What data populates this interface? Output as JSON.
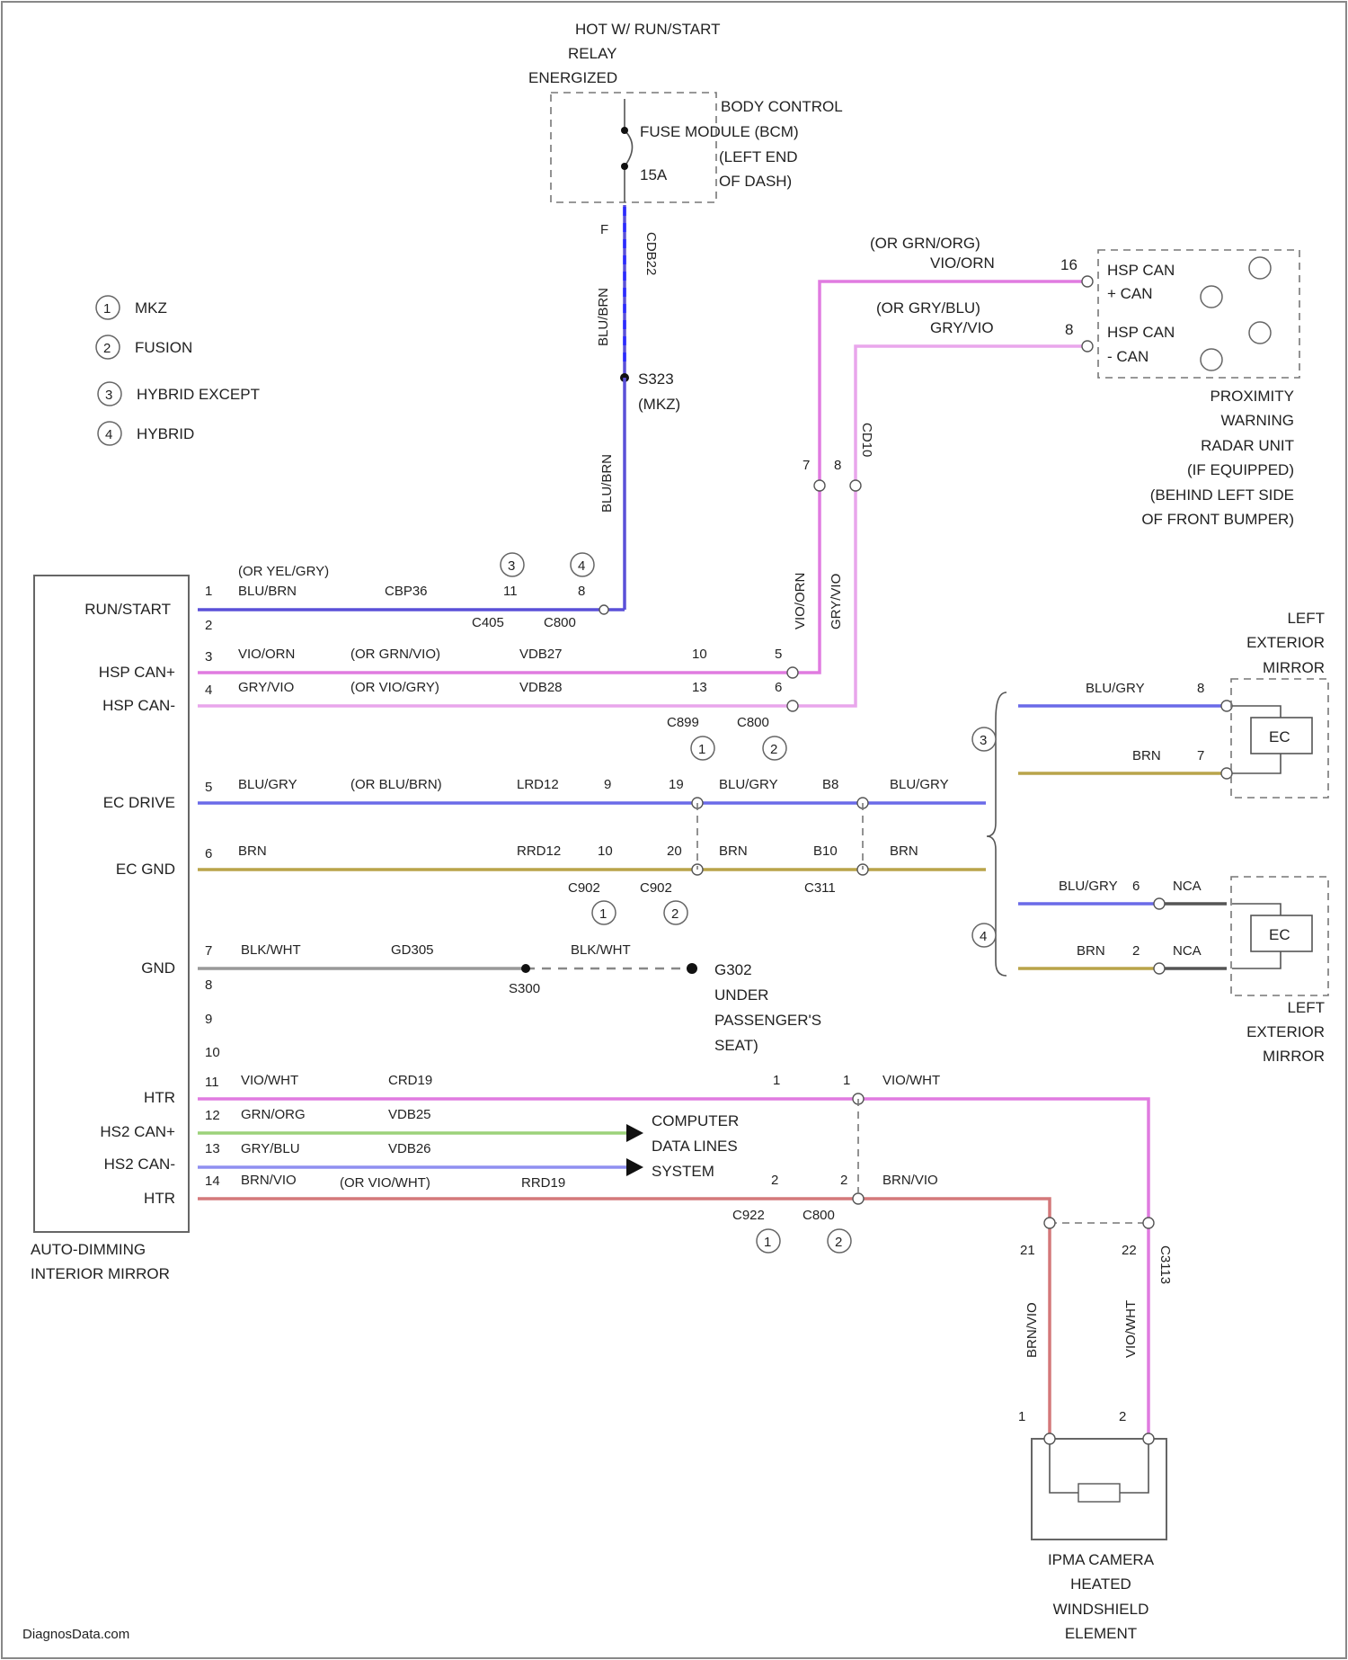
{
  "colors": {
    "blu_brn": "#5a50d8",
    "vio_orn": "#e07be0",
    "gry_vio": "#e9a6ec",
    "blu_gry": "#6a6ae8",
    "brn": "#b9a44a",
    "gnd": "#999999",
    "grn_org": "#9cd27a",
    "gry_blu": "#8f8ff0",
    "brn_vio": "#d4787a",
    "blu_dash": "#2a2aff"
  },
  "relay": {
    "line1": "HOT W/ RUN/START",
    "line2": "RELAY",
    "line3": "ENERGIZED"
  },
  "bcm": {
    "l1": "BODY CONTROL",
    "l2": "FUSE MODULE (BCM)",
    "l3": "(LEFT END",
    "l4": "OF DASH)",
    "fuse": "15A",
    "pin": "F",
    "wire": "CDB22"
  },
  "legend": [
    {
      "sym": "1",
      "label": "MKZ"
    },
    {
      "sym": "2",
      "label": "FUSION"
    },
    {
      "sym": "3",
      "label": "HYBRID EXCEPT"
    },
    {
      "sym": "4",
      "label": "HYBRID"
    }
  ],
  "splice": {
    "name": "S323",
    "note": "(MKZ)"
  },
  "wire_top_label": "BLU/BRN",
  "wire_mid_label": "BLU/BRN",
  "radar": {
    "pin16": "16",
    "pin8": "8",
    "w1a": "(OR GRN/ORG)",
    "w1b": "VIO/ORN",
    "w2a": "(OR GRY/BLU)",
    "w2b": "GRY/VIO",
    "t1a": "HSP CAN",
    "t1b": "+ CAN",
    "t2a": "HSP CAN",
    "t2b": "- CAN",
    "d1": "PROXIMITY",
    "d2": "WARNING",
    "d3": "RADAR UNIT",
    "d4": "(IF EQUIPPED)",
    "d5": "(BEHIND LEFT SIDE",
    "d6": "OF FRONT BUMPER)",
    "vw1": "VIO/ORN",
    "vw2": "GRY/VIO",
    "vw3": "CD10",
    "c1": "7",
    "c2": "8"
  },
  "mirror_module": {
    "title1": "AUTO-DIMMING",
    "title2": "INTERIOR MIRROR",
    "labels": [
      "RUN/START",
      "HSP CAN+",
      "HSP CAN-",
      "EC DRIVE",
      "EC GND",
      "GND",
      "HTR",
      "HS2 CAN+",
      "HS2 CAN-",
      "HTR"
    ],
    "pins": [
      "1",
      "2",
      "3",
      "4",
      "5",
      "6",
      "7",
      "8",
      "9",
      "10",
      "11",
      "12",
      "13",
      "14"
    ]
  },
  "rows": {
    "r1": {
      "alt": "(OR YEL/GRY)",
      "color": "BLU/BRN",
      "circuit": "CBP36",
      "conn1": "C405",
      "conn2": "C800",
      "p1": "11",
      "p2": "8",
      "s1": "3",
      "s2": "4"
    },
    "r3": {
      "color": "VIO/ORN",
      "alt": "(OR GRN/VIO)",
      "circuit": "VDB27",
      "p1": "10",
      "p2": "5"
    },
    "r4": {
      "color": "GRY/VIO",
      "alt": "(OR VIO/GRY)",
      "circuit": "VDB28",
      "p1": "13",
      "p2": "6",
      "conn1": "C899",
      "conn2": "C800",
      "s1": "1",
      "s2": "2"
    },
    "r5": {
      "color": "BLU/GRY",
      "alt": "(OR BLU/BRN)",
      "circuit": "LRD12",
      "p1": "9",
      "p2": "19",
      "color2": "BLU/GRY",
      "p3": "B8",
      "color3": "BLU/GRY"
    },
    "r6": {
      "color": "BRN",
      "circuit": "RRD12",
      "p1": "10",
      "p2": "20",
      "color2": "BRN",
      "p3": "B10",
      "color3": "BRN",
      "conn1": "C902",
      "conn2": "C902",
      "conn3": "C311",
      "s1": "1",
      "s2": "2"
    },
    "r7": {
      "color": "BLK/WHT",
      "circuit": "GD305",
      "color2": "BLK/WHT",
      "splice": "S300",
      "ground": "G302",
      "g1": "UNDER",
      "g2": "PASSENGER'S",
      "g3": "SEAT)"
    },
    "r11": {
      "color": "VIO/WHT",
      "circuit": "CRD19",
      "p1": "1",
      "p2": "1",
      "color2": "VIO/WHT"
    },
    "r12": {
      "color": "GRN/ORG",
      "circuit": "VDB25"
    },
    "r13": {
      "color": "GRY/BLU",
      "circuit": "VDB26"
    },
    "r14": {
      "color": "BRN/VIO",
      "alt": "(OR VIO/WHT)",
      "circuit": "RRD19",
      "p1": "2",
      "p2": "2",
      "color2": "BRN/VIO",
      "conn1": "C922",
      "conn2": "C800",
      "s1": "1",
      "s2": "2"
    }
  },
  "cdl": {
    "l1": "COMPUTER",
    "l2": "DATA LINES",
    "l3": "SYSTEM"
  },
  "ext_mirror_top": {
    "l1": "LEFT",
    "l2": "EXTERIOR",
    "l3": "MIRROR",
    "w1": "BLU/GRY",
    "p1": "8",
    "w2": "BRN",
    "p2": "7",
    "ec": "EC",
    "sym": "3"
  },
  "ext_mirror_bot": {
    "l1": "LEFT",
    "l2": "EXTERIOR",
    "l3": "MIRROR",
    "w1": "BLU/GRY",
    "p1": "6",
    "nca1": "NCA",
    "w2": "BRN",
    "p2": "2",
    "nca2": "NCA",
    "ec": "EC",
    "sym": "4"
  },
  "camera": {
    "l1": "IPMA CAMERA",
    "l2": "HEATED",
    "l3": "WINDSHIELD",
    "l4": "ELEMENT",
    "w1": "BRN/VIO",
    "w2": "VIO/WHT",
    "p1": "21",
    "p2": "22",
    "c1": "1",
    "c2": "2",
    "conn": "C3113"
  },
  "watermark": "DiagnosData.com"
}
